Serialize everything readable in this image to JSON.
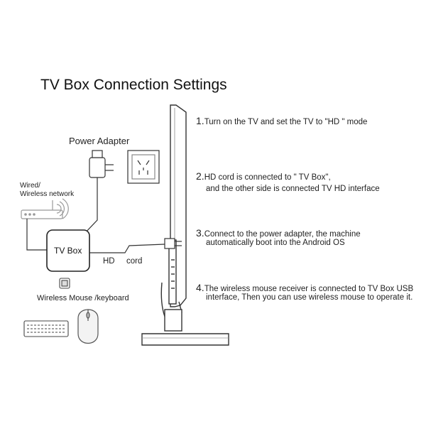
{
  "title": "TV Box Connection Settings",
  "labels": {
    "power_adapter": "Power Adapter",
    "wired": "Wired/",
    "wireless_network": "Wireless network",
    "tv_box": "TV Box",
    "hd": "HD",
    "cord": "cord",
    "mouse_keyboard": "Wireless Mouse /keyboard"
  },
  "steps": [
    {
      "num": "1.",
      "lines": [
        "Turn on the TV and set the TV to \"HD     \" mode"
      ]
    },
    {
      "num": "2.",
      "lines": [
        "HD     cord is connected to \" TV Box\",",
        "and the other side is connected TV HD     interface"
      ]
    },
    {
      "num": "3.",
      "lines": [
        "Connect to the power adapter, the machine",
        "automatically boot into the Android OS"
      ]
    },
    {
      "num": "4.",
      "lines": [
        "The wireless mouse receiver is connected to TV Box USB",
        "interface, Then you can use wireless mouse to operate it."
      ]
    }
  ],
  "colors": {
    "line": "#333333",
    "light": "#9a9a9a",
    "fill": "#f2f2f2"
  }
}
